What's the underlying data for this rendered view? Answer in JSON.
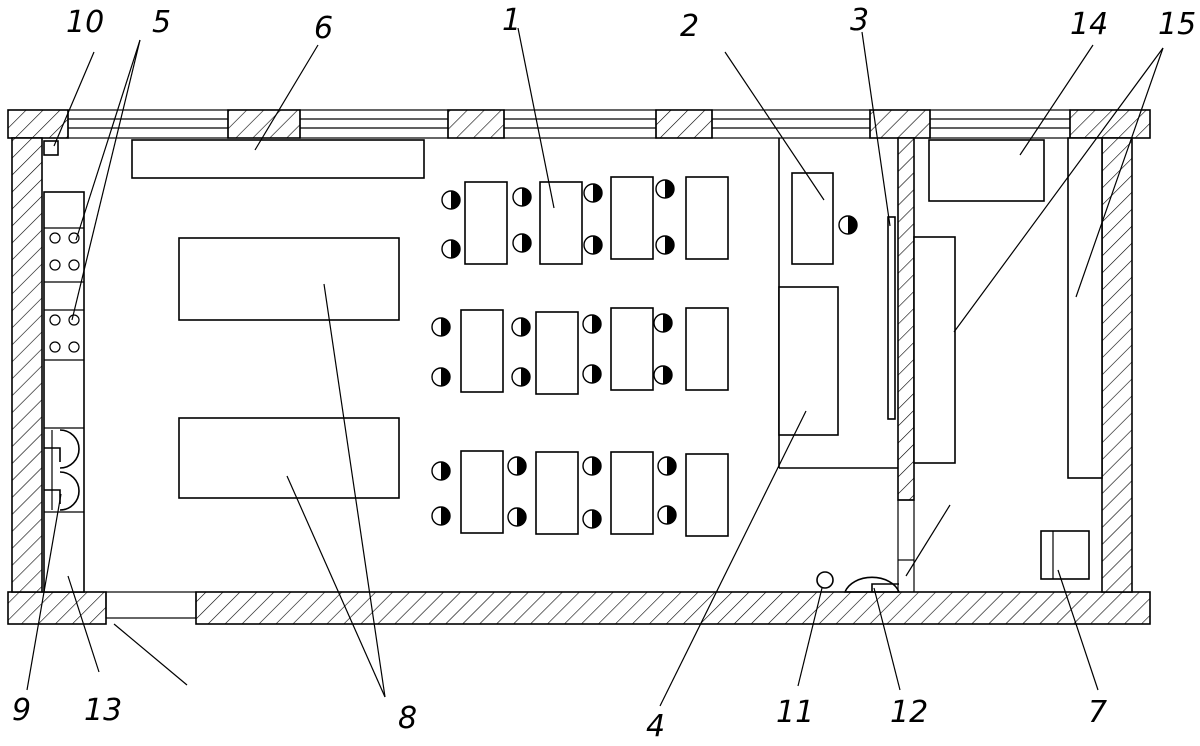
{
  "callouts": {
    "n1": "1",
    "n2": "2",
    "n3": "3",
    "n4": "4",
    "n5": "5",
    "n6": "6",
    "n7": "7",
    "n8": "8",
    "n9": "9",
    "n10": "10",
    "n11": "11",
    "n12": "12",
    "n13": "13",
    "n14": "14",
    "n15": "15"
  }
}
